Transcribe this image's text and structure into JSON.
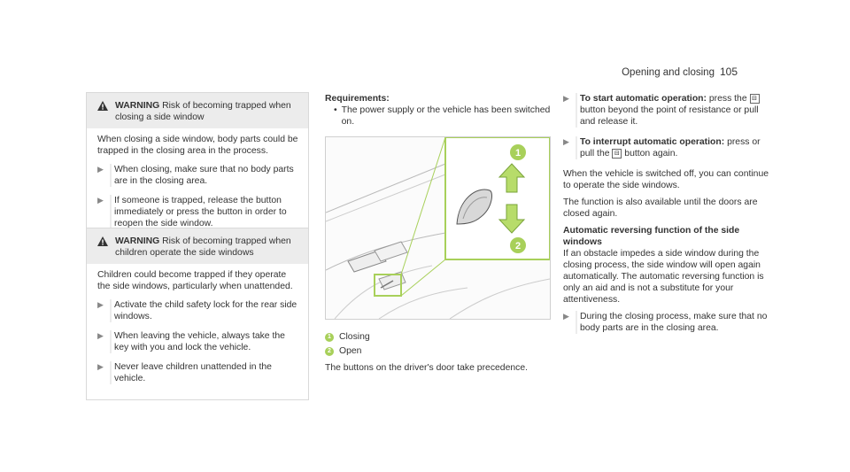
{
  "header": {
    "section": "Opening and closing",
    "page": "105"
  },
  "warning1": {
    "label": "WARNING",
    "title": "Risk of becoming trapped when closing a side window",
    "body": "When closing a side window, body parts could be trapped in the closing area in the process.",
    "steps": [
      "When closing, make sure that no body parts are in the closing area.",
      "If someone is trapped, release the button immediately or press the button in order to reopen the side window."
    ]
  },
  "warning2": {
    "label": "WARNING",
    "title": "Risk of becoming trapped when children operate the side windows",
    "body": "Children could become trapped if they operate the side windows, particularly when unattended.",
    "steps": [
      "Activate the child safety lock for the rear side windows.",
      "When leaving the vehicle, always take the key with you and lock the vehicle.",
      "Never leave children unattended in the vehicle."
    ]
  },
  "requirements": {
    "heading": "Requirements:",
    "items": [
      "The power supply or the vehicle has been switched on."
    ]
  },
  "figure": {
    "callouts": [
      "1",
      "2"
    ],
    "colors": {
      "accent": "#a8d05a",
      "arrow": "#b7dc6a"
    }
  },
  "legend": [
    {
      "num": "1",
      "label": "Closing"
    },
    {
      "num": "2",
      "label": "Open"
    }
  ],
  "note": "The buttons on the driver's door take precedence.",
  "right": {
    "step1_head": "To start automatic operation:",
    "step1_pre": "press the",
    "step1_post": "button beyond the point of resistance or pull and release it.",
    "step2_head": "To interrupt automatic operation:",
    "step2_pre": "press or pull the",
    "step2_post": "button again.",
    "para1": "When the vehicle is switched off, you can continue to operate the side windows.",
    "para2": "The function is also available until the doors are closed again.",
    "subhead": "Automatic reversing function of the side windows",
    "para3": "If an obstacle impedes a side window during the closing process, the side window will open again automatically. The automatic reversing function is only an aid and is not a substitute for your attentiveness.",
    "step3": "During the closing process, make sure that no body parts are in the closing area."
  }
}
